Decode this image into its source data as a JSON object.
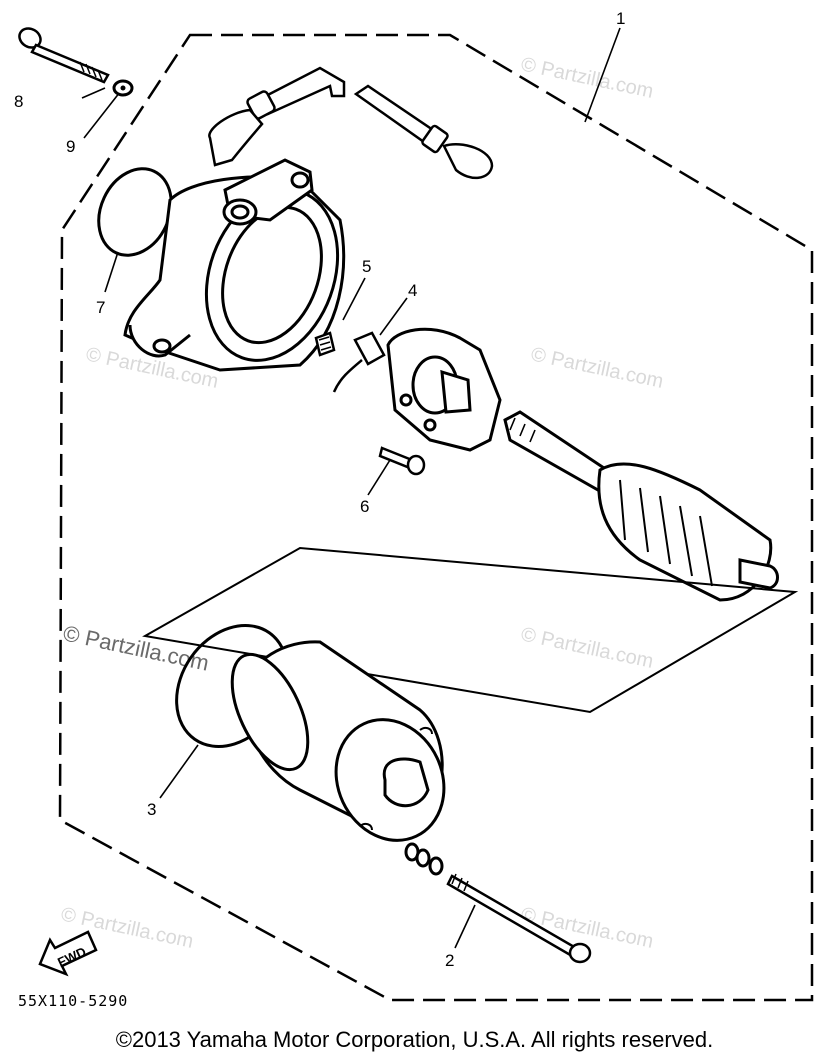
{
  "callouts": [
    "1",
    "2",
    "3",
    "4",
    "5",
    "6",
    "7",
    "8",
    "9"
  ],
  "watermark": "© Partzilla.com",
  "fwd_label": "FWD",
  "part_code": "55X110-5290",
  "copyright": "©2013 Yamaha Motor Corporation, U.S.A. All rights reserved."
}
